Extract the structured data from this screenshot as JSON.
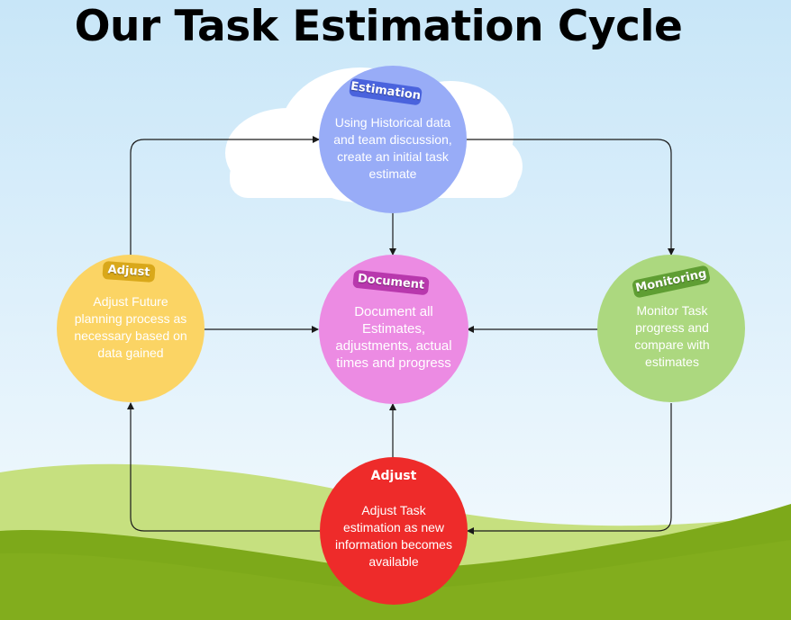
{
  "title": "Our Task Estimation Cycle",
  "colors": {
    "sky_top": "#cfe9f8",
    "sky_bottom": "#f3fafd",
    "hill_light": "#c6e07f",
    "hill_dark": "#7da91a",
    "estimation": "#98acf7",
    "estimation_ribbon": "#4a63dd",
    "document": "#ec8be3",
    "document_ribbon": "#b838ad",
    "monitoring": "#acd87f",
    "monitoring_ribbon": "#5f9e33",
    "adjust_future": "#fbd464",
    "adjust_future_ribbon": "#d9a81a",
    "adjust_task": "#ee2b2a",
    "arrow": "#1a1a1a"
  },
  "nodes": {
    "estimation": {
      "label": "Estimation",
      "text": "Using Historical data and team discussion, create an initial task estimate"
    },
    "document": {
      "label": "Document",
      "text": "Document all Estimates, adjustments, actual times and progress"
    },
    "monitoring": {
      "label": "Monitoring",
      "text": "Monitor Task progress and compare with estimates"
    },
    "adjust_future": {
      "label": "Adjust",
      "text": "Adjust Future planning process as necessary based on data gained"
    },
    "adjust_task": {
      "label": "Adjust",
      "text": "Adjust Task estimation as new information becomes available"
    }
  }
}
